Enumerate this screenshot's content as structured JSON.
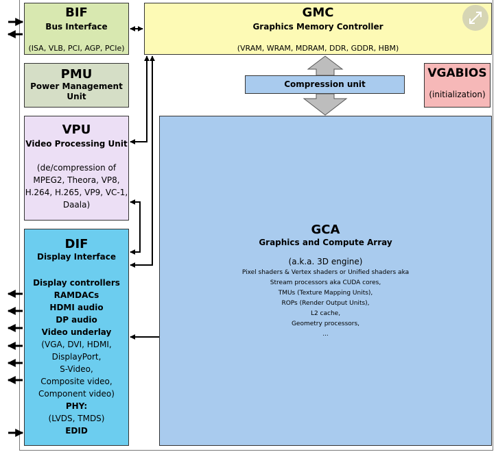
{
  "bif": {
    "title": "BIF",
    "subtitle": "Bus Interface",
    "note": "(ISA, VLB, PCI, AGP, PCIe)"
  },
  "gmc": {
    "title": "GMC",
    "subtitle": "Graphics Memory Controller",
    "note": "(VRAM, WRAM, MDRAM, DDR, GDDR, HBM)"
  },
  "pmu": {
    "title": "PMU",
    "subtitle_1": "Power Management",
    "subtitle_2": "Unit"
  },
  "vgabios": {
    "title": "VGABIOS",
    "note": "(initialization)"
  },
  "compression": {
    "label": "Compression unit"
  },
  "vpu": {
    "title": "VPU",
    "subtitle": "Video Processing Unit",
    "notes": [
      "(de/compression of",
      "MPEG2, Theora, VP8,",
      "H.264, H.265, VP9, VC-1,",
      "Daala)"
    ]
  },
  "dif": {
    "title": "DIF",
    "subtitle": "Display Interface",
    "bold_items": [
      "Display controllers",
      "RAMDACs",
      "HDMI audio",
      "DP audio",
      "Video underlay"
    ],
    "video_notes": [
      "(VGA, DVI, HDMI,",
      "DisplayPort,",
      "S-Video,",
      "Composite video,",
      "Component video)"
    ],
    "phy_label": "PHY:",
    "phy_note": "(LVDS, TMDS)",
    "edid": "EDID"
  },
  "gca": {
    "title": "GCA",
    "subtitle": "Graphics and Compute Array",
    "aka": "(a.k.a. 3D engine)",
    "details": [
      "Pixel shaders & Vertex shaders or Unified shaders aka",
      "Stream processors aka CUDA cores,",
      "TMUs (Texture Mapping Units),",
      "ROPs (Render Output Units),",
      "L2 cache,",
      "Geometry processors,",
      "..."
    ]
  },
  "colors": {
    "bif": "#d8e8b0",
    "gmc": "#fdfab5",
    "pmu": "#d5dec6",
    "vpu": "#ecdff5",
    "vgabios": "#f6b8b8",
    "compression": "#a9cbee",
    "gca": "#a9cbee",
    "dif": "#6ccdef",
    "gray_arrow": "#bdbdbd"
  },
  "icons": {
    "expand": "expand-diagonal-icon"
  }
}
